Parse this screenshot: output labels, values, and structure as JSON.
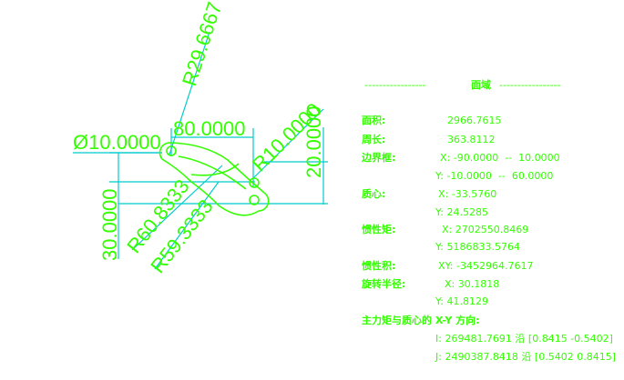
{
  "drawing": {
    "dimensions": {
      "r29": "R29.6667",
      "len80": "80.0000",
      "dia10": "Ø10.0000",
      "r10": "R10.0000",
      "v20": "20.0000",
      "v30": "30.0000",
      "r60": "R60.8333",
      "r59": "R59.3333"
    },
    "colors": {
      "geometry": "#33ff00",
      "dimension": "#00cccc"
    }
  },
  "properties": {
    "header": "面域",
    "dash_left": "-----------------",
    "dash_right": "-----------------",
    "area_label": "面积:",
    "area_value": "2966.7615",
    "perimeter_label": "周长:",
    "perimeter_value": "363.8112",
    "bbox_label": "边界框:",
    "bbox_x": "X: -90.0000  --  10.0000",
    "bbox_y": "Y: -10.0000  --  60.0000",
    "centroid_label": "质心:",
    "centroid_x": "X: -33.5760",
    "centroid_y": "Y: 24.5285",
    "moment_label": "惯性矩:",
    "moment_x": "X: 2702550.8469",
    "moment_y": "Y: 5186833.5764",
    "product_label": "惯性积:",
    "product_xy": "XY: -3452964.7617",
    "gyration_label": "旋转半径:",
    "gyration_x": "X: 30.1818",
    "gyration_y": "Y: 41.8129",
    "principal_label": "主力矩与质心的 X-Y 方向:",
    "principal_i": "I: 269481.7691 沿 [0.8415 -0.5402]",
    "principal_j": "J: 2490387.8418 沿 [0.5402 0.8415]"
  }
}
